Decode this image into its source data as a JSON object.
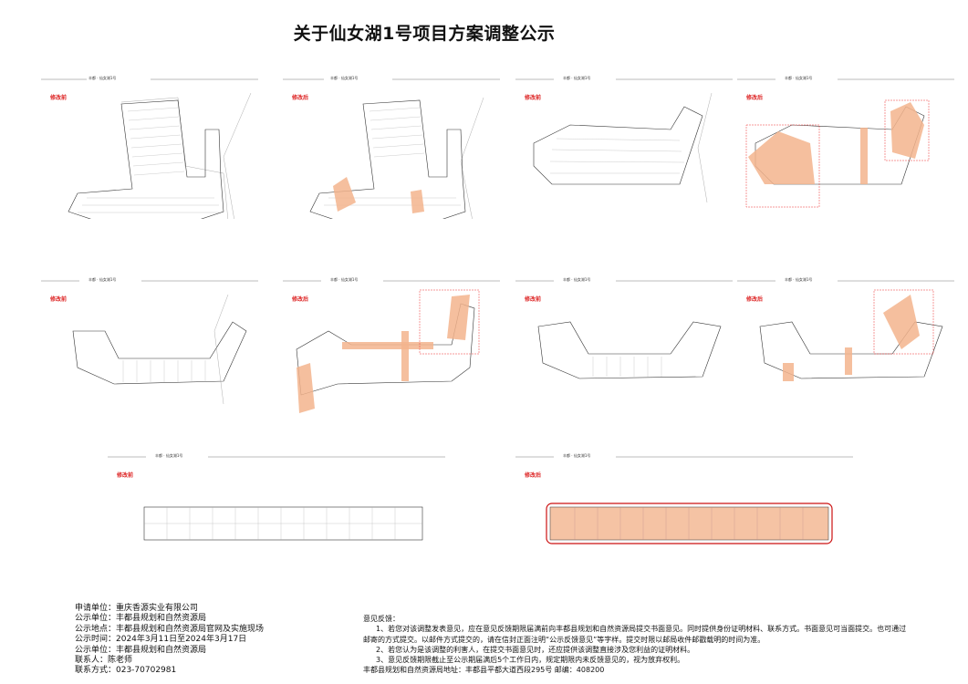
{
  "title": "关于仙女湖1号项目方案调整公示",
  "panels": [
    {
      "header": "丰都 · 仙女湖1号",
      "tag": "修改前"
    },
    {
      "header": "丰都 · 仙女湖1号",
      "tag": "修改后"
    },
    {
      "header": "丰都 · 仙女湖1号",
      "tag": "修改前"
    },
    {
      "header": "丰都 · 仙女湖1号",
      "tag": "修改后"
    },
    {
      "header": "丰都 · 仙女湖1号",
      "tag": "修改前"
    },
    {
      "header": "丰都 · 仙女湖1号",
      "tag": "修改后"
    },
    {
      "header": "丰都 · 仙女湖1号",
      "tag": "修改前"
    },
    {
      "header": "丰都 · 仙女湖1号",
      "tag": "修改后"
    },
    {
      "header": "丰都 · 仙女湖1号",
      "tag": "修改前"
    },
    {
      "header": "丰都 · 仙女湖1号",
      "tag": "修改后"
    }
  ],
  "info": {
    "applicant": "申请单位：重庆香源实业有限公司",
    "publisher": "公示单位：丰都县规划和自然资源局",
    "location": "公示地点：丰都县规划和自然资源局官网及实施现场",
    "period": "公示时间：2024年3月11日至2024年3月17日",
    "issuer": "公示单位：丰都县规划和自然资源局",
    "contact": "联系人：陈老师",
    "phone": "联系方式：023-70702981"
  },
  "feedback": {
    "heading": "意见反馈：",
    "item1": "1、若您对该调整发表意见，应在意见反馈期限届满前向丰都县规划和自然资源局提交书面意见。同时提供身份证明材料、联系方式。书面意见可当面提交。也可通过邮寄的方式提交。以邮件方式提交的，请在信封正面注明“公示反馈意见”等字样。提交时限以邮局收件邮戳载明的时间为准。",
    "item2": "2、若您认为是该调整的利害人，在提交书面意见时，还应提供该调整直接涉及您利益的证明材料。",
    "item3": "3、意见反馈期限截止至公示期届满后5个工作日内，规定期限内未反馈意见的，视为放弃权利。",
    "address": "丰都县规划和自然资源局地址：丰都县平都大道西段295号 邮编：408200"
  }
}
